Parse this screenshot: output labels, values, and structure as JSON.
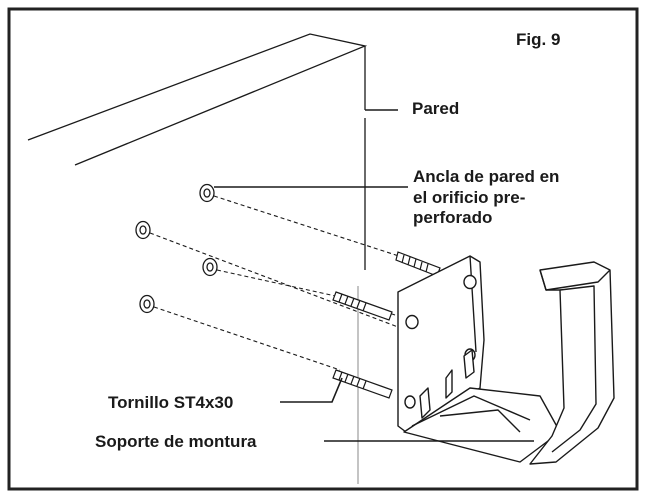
{
  "figure": {
    "title": "Fig. 9",
    "labels": {
      "wall": "Pared",
      "anchor": "Ancla de pared en\nel orificio pre-\nperforado",
      "screw": "Tornillo ST4x30",
      "bracket": "Soporte de montura"
    }
  },
  "colors": {
    "line": "#1a1a1a",
    "frame": "#222222",
    "background": "#ffffff",
    "wall_shadow": "#c8c8c8"
  }
}
